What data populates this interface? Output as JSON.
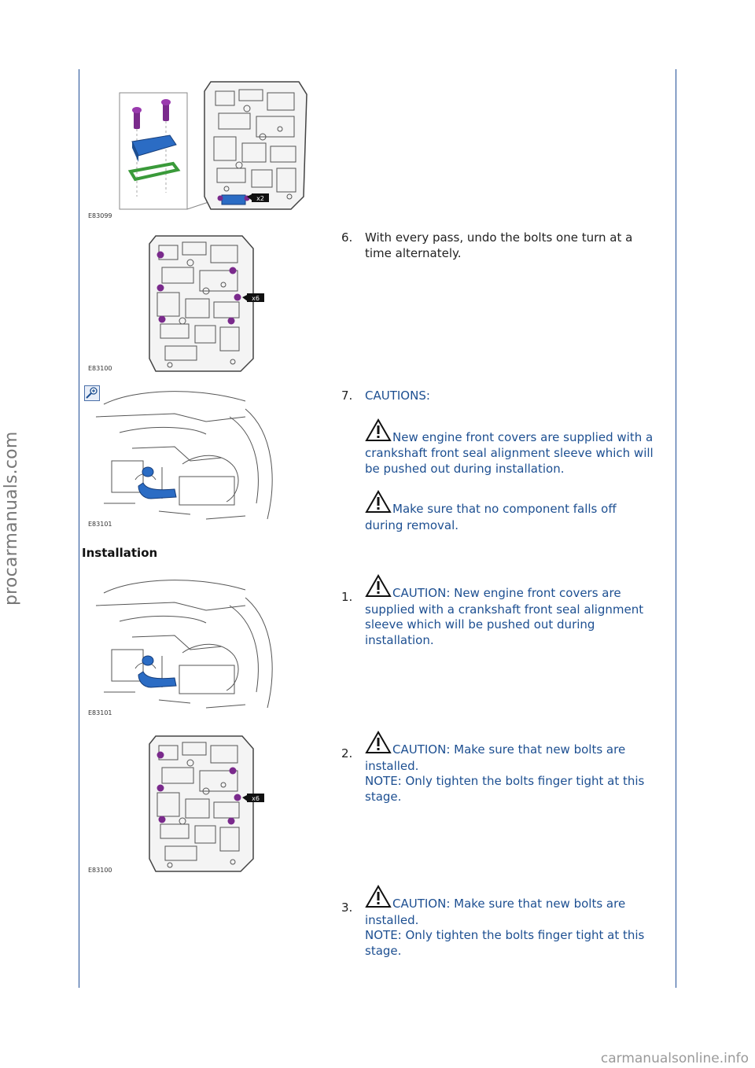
{
  "watermark_left": "procarmanuals.com",
  "watermark_bottom": "carmanualsonline.info",
  "figures": {
    "fig1": {
      "code": "E83099",
      "callout": "x2"
    },
    "fig2": {
      "code": "E83100",
      "callout": "x6"
    },
    "fig3": {
      "code": "E83101"
    },
    "fig4": {
      "code": "E83101"
    },
    "fig5": {
      "code": "E83100",
      "callout": "x6"
    }
  },
  "icons": {
    "warning": "warning-triangle-icon",
    "zoom": "zoom-in-icon"
  },
  "removal_steps": {
    "step6": {
      "number": "6.",
      "text": "With every pass, undo the bolts one turn at a time alternately."
    },
    "step7": {
      "number": "7.",
      "title": "CAUTIONS:",
      "caution1": "New engine front covers are supplied with a crankshaft front seal alignment sleeve which will be pushed out during installation.",
      "caution2": "Make sure that no component falls off during removal."
    }
  },
  "installation": {
    "heading": "Installation",
    "step1": {
      "number": "1.",
      "caution": "CAUTION: New engine front covers are supplied with a crankshaft front seal alignment sleeve which will be pushed out during installation."
    },
    "step2": {
      "number": "2.",
      "caution": "CAUTION: Make sure that new bolts are installed.",
      "note": "NOTE: Only tighten the bolts finger tight at this stage."
    },
    "step3": {
      "number": "3.",
      "caution": "CAUTION: Make sure that new bolts are installed.",
      "note": "NOTE: Only tighten the bolts finger tight at this stage."
    }
  },
  "colors": {
    "rule": "#1f4e96",
    "text_blue": "#1d4f91",
    "bolt_purple": "#7a2a8c",
    "part_blue": "#2b6cc4",
    "seal_green": "#3a9a3a"
  }
}
